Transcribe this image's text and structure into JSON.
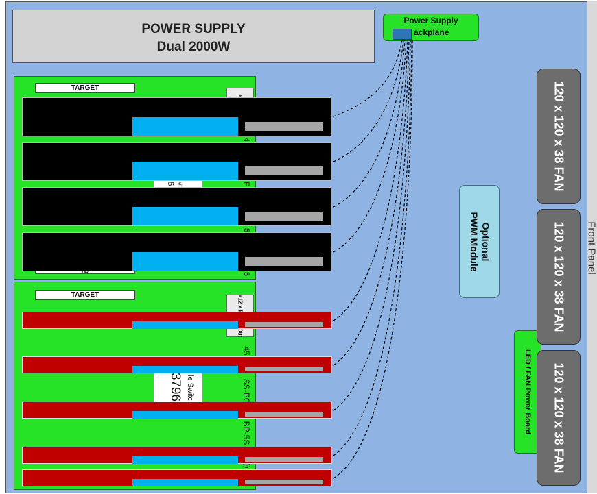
{
  "power_supply": {
    "line1": "POWER SUPPLY",
    "line2": "Dual 2000W"
  },
  "backplane": {
    "line1": "Power Supply",
    "line2": "ackplane"
  },
  "front_panel": "Front Panel",
  "pwm_module": {
    "line1": "Optional",
    "line2": "PWM Module"
  },
  "led_fan_board": "LED / FAN Power Board",
  "fans": [
    "120 x 120 x 38 FAN",
    "120 x 120 x 38 FAN",
    "120 x 120 x 38 FAN"
  ],
  "upper_board": {
    "target_label": "TARGET",
    "power_label": "+ Po",
    "fragments": [
      "4",
      "P",
      "5",
      "5"
    ],
    "white_label": {
      "line1": "vit",
      "line2": "6"
    },
    "bottom_stub": "rao"
  },
  "lower_board": {
    "target_label": "TARGET",
    "power_label": "+12 x Power Out",
    "fragments": [
      "45",
      "SS-PC",
      "BP-5S",
      "))"
    ],
    "white_label": {
      "line1": "le Switc",
      "line2": "3796"
    }
  },
  "colors": {
    "chassis": "#8fb4e3",
    "board": "#27e327",
    "gpu_black": "#000000",
    "gpu_red": "#c00000",
    "gpu_blue": "#00b0f0",
    "fan": "#6d6d6d",
    "pwm": "#9fd8e6",
    "connector": "#2e75b6"
  }
}
